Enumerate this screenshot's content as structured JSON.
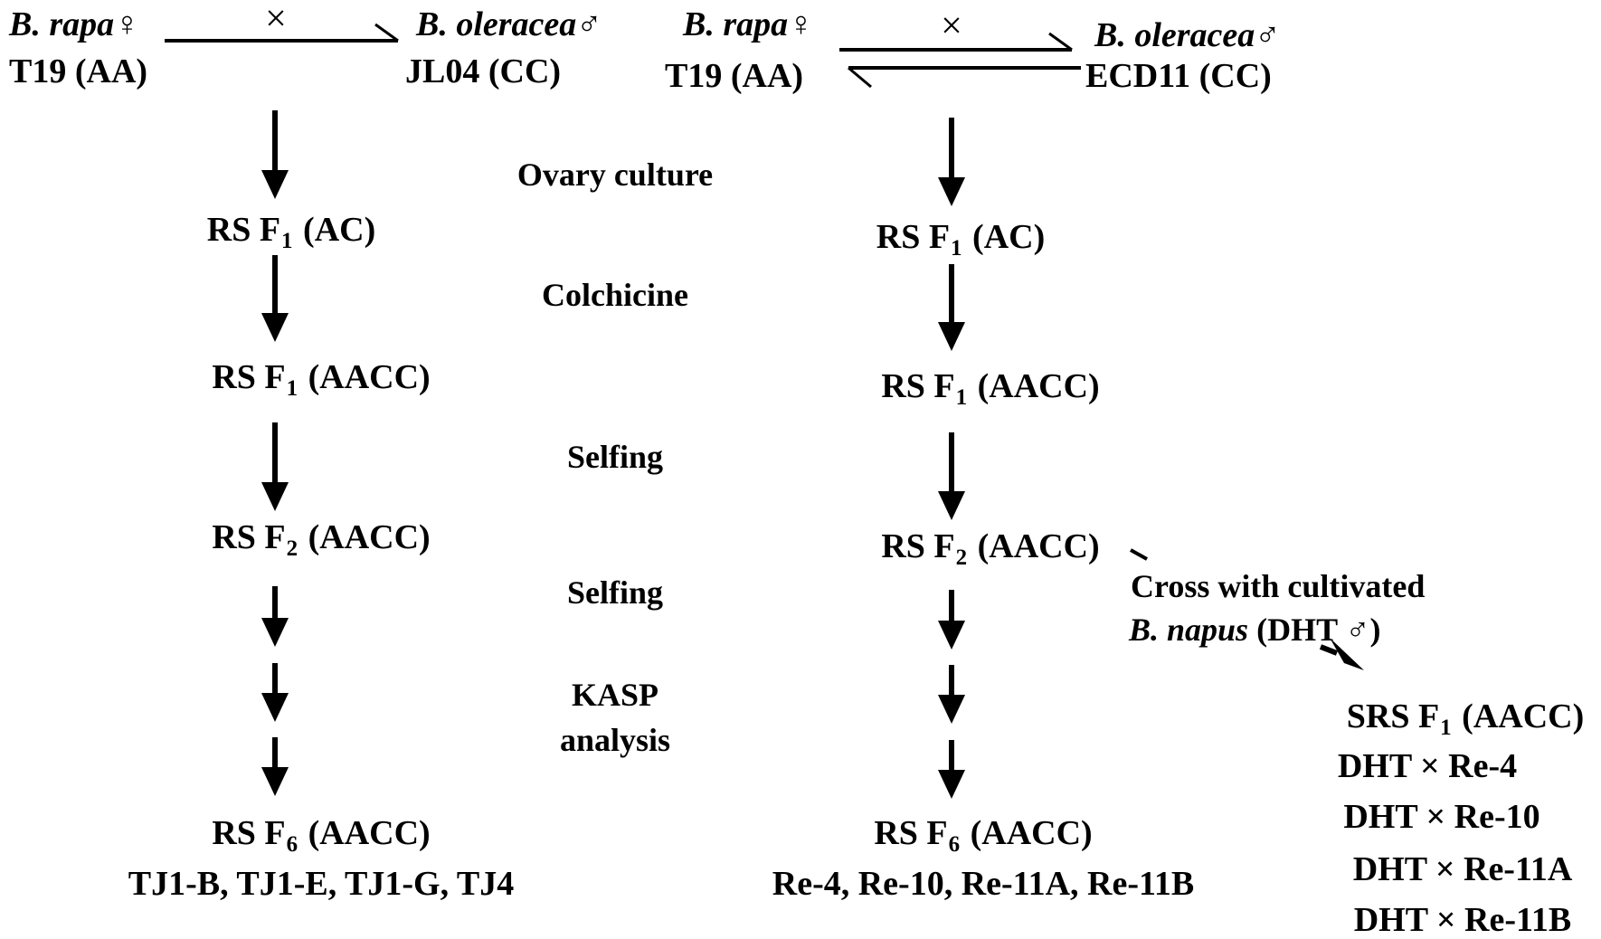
{
  "left": {
    "female_species": "B. rapa",
    "female_sym": "♀",
    "female_line": "T19 (AA)",
    "cross": "×",
    "male_species": "B. oleracea",
    "male_sym": "♂",
    "male_line": "JL04 (CC)",
    "g1_pre": "RS F",
    "g1_sub": "1",
    "g1_post": " (AC)",
    "g2_pre": "RS F",
    "g2_sub": "1",
    "g2_post": " (AACC)",
    "g3_pre": "RS F",
    "g3_sub": "2",
    "g3_post": " (AACC)",
    "g4_pre": "RS F",
    "g4_sub": "6",
    "g4_post": " (AACC)",
    "lines": "TJ1-B, TJ1-E, TJ1-G, TJ4"
  },
  "steps": {
    "s1": "Ovary culture",
    "s2": "Colchicine",
    "s3": "Selfing",
    "s4": "Selfing",
    "s5a": "KASP",
    "s5b": "analysis"
  },
  "right": {
    "female_species": "B. rapa",
    "female_sym": "♀",
    "female_line": "T19 (AA)",
    "cross": "×",
    "male_species": "B. oleracea",
    "male_sym": "♂",
    "male_line": "ECD11 (CC)",
    "g1_pre": "RS F",
    "g1_sub": "1",
    "g1_post": " (AC)",
    "g2_pre": "RS F",
    "g2_sub": "1",
    "g2_post": " (AACC)",
    "g3_pre": "RS F",
    "g3_sub": "2",
    "g3_post": " (AACC)",
    "g4_pre": "RS F",
    "g4_sub": "6",
    "g4_post": " (AACC)",
    "lines": "Re-4, Re-10, Re-11A, Re-11B"
  },
  "cross_note": {
    "line1": "Cross with cultivated",
    "line2_species": "B. napus",
    "line2_pre": " (DHT ",
    "line2_sym": "♂",
    "line2_post": ")"
  },
  "srs": {
    "title_pre": "SRS F",
    "title_sub": "1",
    "title_post": " (AACC)",
    "row1": "DHT × Re-4",
    "row2": "DHT × Re-10",
    "row3": "DHT × Re-11A",
    "row4": "DHT × Re-11B"
  }
}
